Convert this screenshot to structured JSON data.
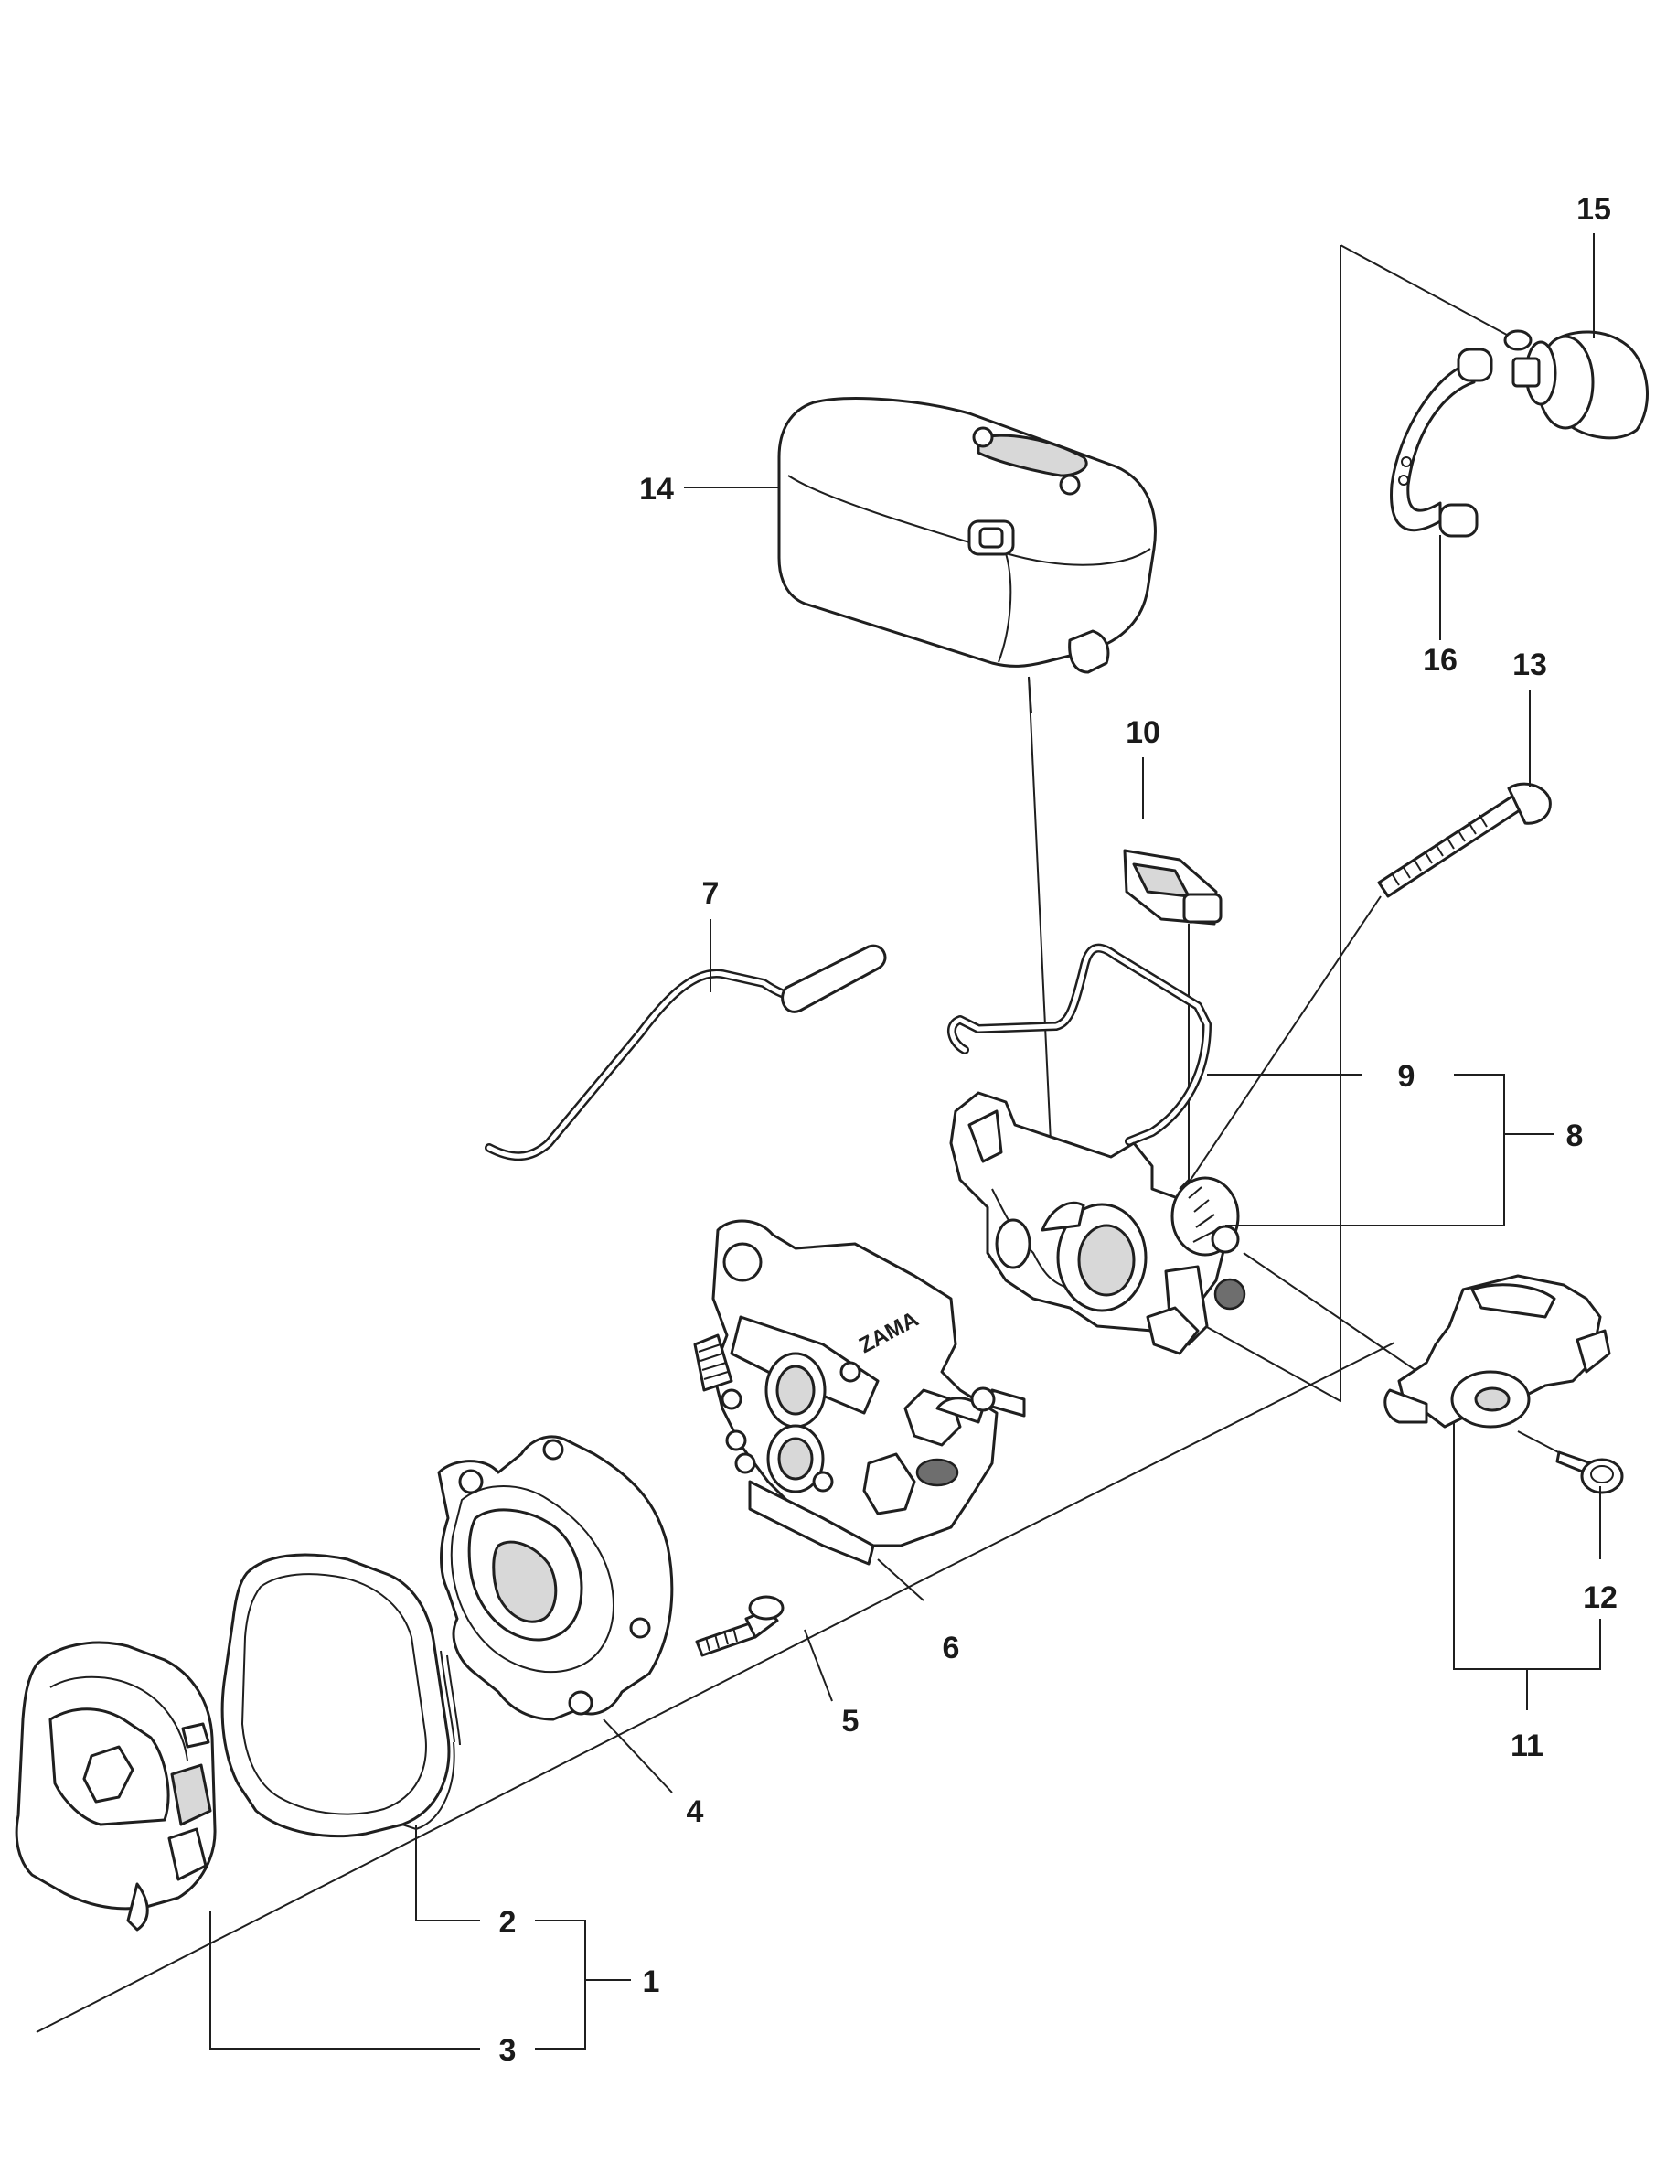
{
  "callouts": [
    {
      "id": "c1",
      "label": "1"
    },
    {
      "id": "c2",
      "label": "2"
    },
    {
      "id": "c3",
      "label": "3"
    },
    {
      "id": "c4",
      "label": "4"
    },
    {
      "id": "c5",
      "label": "5"
    },
    {
      "id": "c6",
      "label": "6"
    },
    {
      "id": "c7",
      "label": "7"
    },
    {
      "id": "c8",
      "label": "8"
    },
    {
      "id": "c9",
      "label": "9"
    },
    {
      "id": "c10",
      "label": "10"
    },
    {
      "id": "c11",
      "label": "11"
    },
    {
      "id": "c12",
      "label": "12"
    },
    {
      "id": "c13",
      "label": "13"
    },
    {
      "id": "c14",
      "label": "14"
    },
    {
      "id": "c15",
      "label": "15"
    },
    {
      "id": "c16",
      "label": "16"
    }
  ],
  "carburetor_marking": "ZAMA"
}
